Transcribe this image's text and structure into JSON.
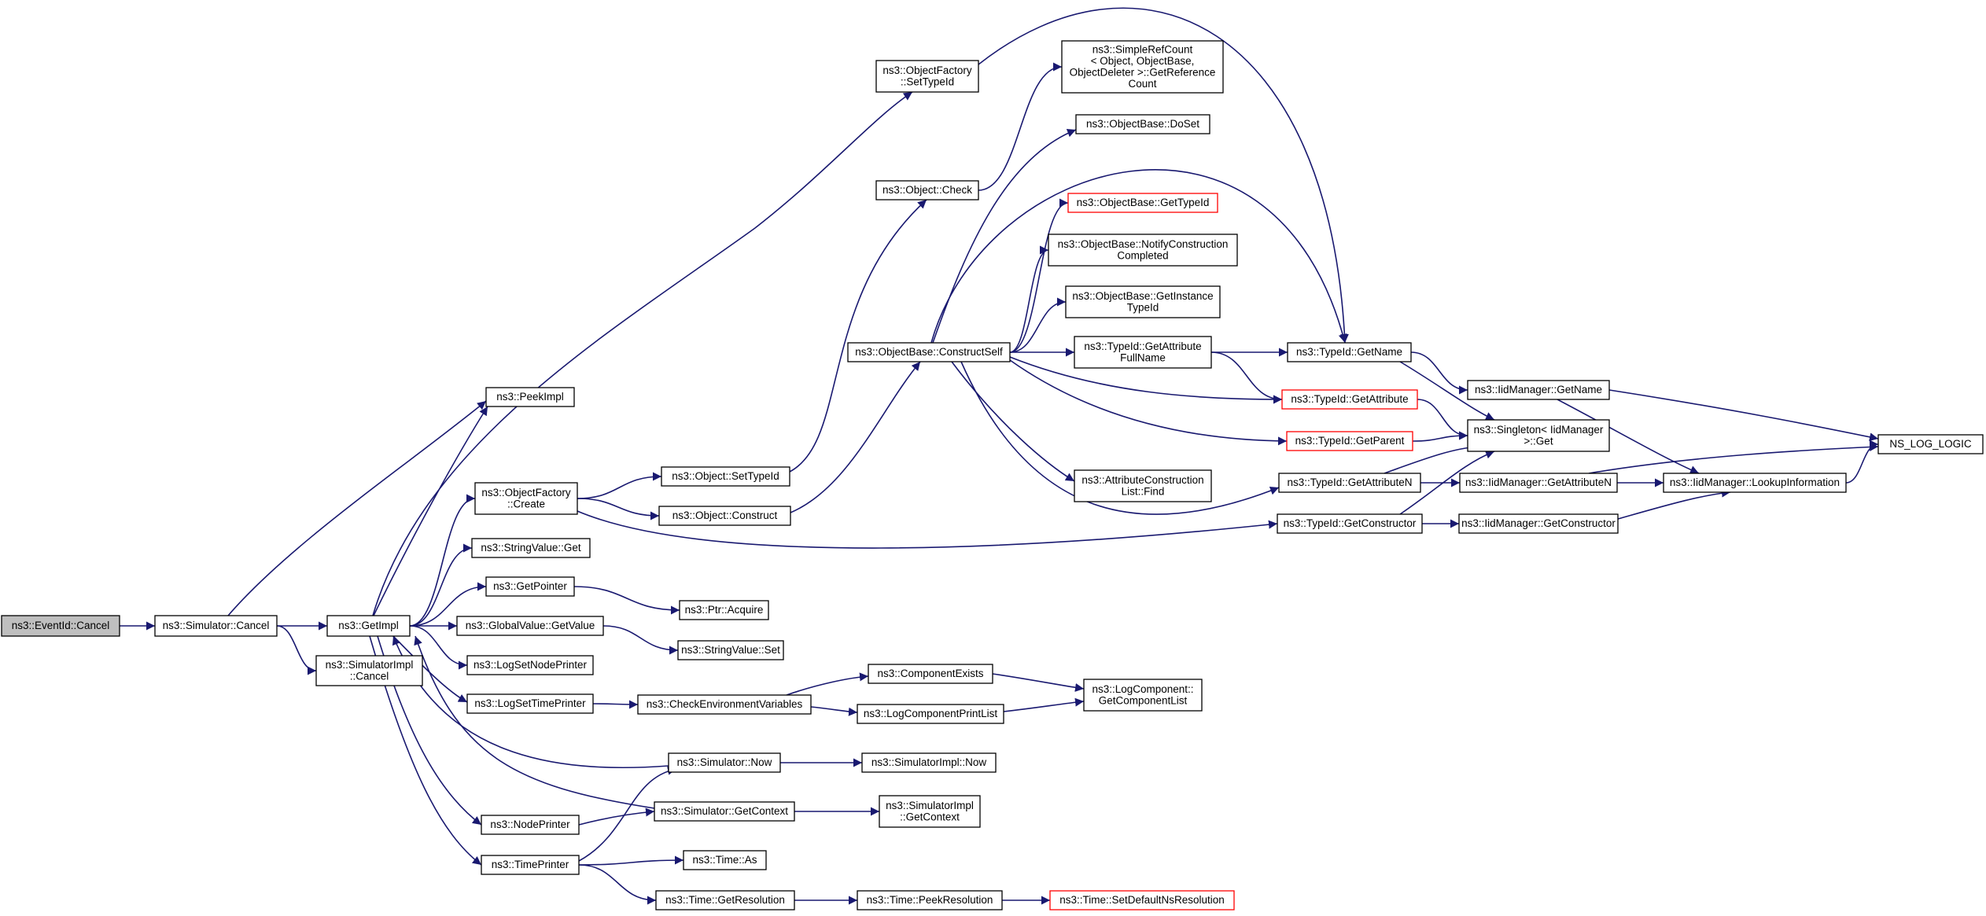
{
  "colors": {
    "edge": "#191970",
    "node_border": "#000000",
    "current_node_fill": "#bfbfbf",
    "truncated_node_border": "#ff0000",
    "background": "#ffffff"
  },
  "nodes": [
    {
      "id": "n_eventid_cancel",
      "lines": [
        "ns3::EventId::Cancel"
      ],
      "current": true
    },
    {
      "id": "n_sim_cancel",
      "lines": [
        "ns3::Simulator::Cancel"
      ]
    },
    {
      "id": "n_getimpl",
      "lines": [
        "ns3::GetImpl"
      ]
    },
    {
      "id": "n_simimpl_cancel",
      "lines": [
        "ns3::SimulatorImpl",
        "::Cancel"
      ]
    },
    {
      "id": "n_peekimpl",
      "lines": [
        "ns3::PeekImpl"
      ]
    },
    {
      "id": "n_of_create",
      "lines": [
        "ns3::ObjectFactory",
        "::Create"
      ]
    },
    {
      "id": "n_strval_get",
      "lines": [
        "ns3::StringValue::Get"
      ]
    },
    {
      "id": "n_getpointer",
      "lines": [
        "ns3::GetPointer"
      ]
    },
    {
      "id": "n_gv_getvalue",
      "lines": [
        "ns3::GlobalValue::GetValue"
      ]
    },
    {
      "id": "n_logsetnodeprinter",
      "lines": [
        "ns3::LogSetNodePrinter"
      ]
    },
    {
      "id": "n_logsettimeprinter",
      "lines": [
        "ns3::LogSetTimePrinter"
      ]
    },
    {
      "id": "n_nodeprinter",
      "lines": [
        "ns3::NodePrinter"
      ]
    },
    {
      "id": "n_timeprinter",
      "lines": [
        "ns3::TimePrinter"
      ]
    },
    {
      "id": "n_obj_settypeid",
      "lines": [
        "ns3::Object::SetTypeId"
      ]
    },
    {
      "id": "n_obj_construct",
      "lines": [
        "ns3::Object::Construct"
      ]
    },
    {
      "id": "n_ptr_acquire",
      "lines": [
        "ns3::Ptr::Acquire"
      ]
    },
    {
      "id": "n_strval_set",
      "lines": [
        "ns3::StringValue::Set"
      ]
    },
    {
      "id": "n_checkenv",
      "lines": [
        "ns3::CheckEnvironmentVariables"
      ]
    },
    {
      "id": "n_sim_now",
      "lines": [
        "ns3::Simulator::Now"
      ]
    },
    {
      "id": "n_sim_getcontext",
      "lines": [
        "ns3::Simulator::GetContext"
      ]
    },
    {
      "id": "n_time_as",
      "lines": [
        "ns3::Time::As"
      ]
    },
    {
      "id": "n_time_getres",
      "lines": [
        "ns3::Time::GetResolution"
      ]
    },
    {
      "id": "n_of_settypeid",
      "lines": [
        "ns3::ObjectFactory",
        "::SetTypeId"
      ]
    },
    {
      "id": "n_obj_check",
      "lines": [
        "ns3::Object::Check"
      ]
    },
    {
      "id": "n_ob_constructself",
      "lines": [
        "ns3::ObjectBase::ConstructSelf"
      ]
    },
    {
      "id": "n_compexists",
      "lines": [
        "ns3::ComponentExists"
      ]
    },
    {
      "id": "n_logcompprintlist",
      "lines": [
        "ns3::LogComponentPrintList"
      ]
    },
    {
      "id": "n_simimpl_now",
      "lines": [
        "ns3::SimulatorImpl::Now"
      ]
    },
    {
      "id": "n_simimpl_getcontext",
      "lines": [
        "ns3::SimulatorImpl",
        "::GetContext"
      ]
    },
    {
      "id": "n_time_peekres",
      "lines": [
        "ns3::Time::PeekResolution"
      ]
    },
    {
      "id": "n_src_getrefcount",
      "lines": [
        "ns3::SimpleRefCount",
        "< Object, ObjectBase,",
        "ObjectDeleter >::GetReference",
        "Count"
      ]
    },
    {
      "id": "n_ob_doset",
      "lines": [
        "ns3::ObjectBase::DoSet"
      ]
    },
    {
      "id": "n_ob_gettypeid",
      "lines": [
        "ns3::ObjectBase::GetTypeId"
      ],
      "truncated": true
    },
    {
      "id": "n_ob_notifyconstruction",
      "lines": [
        "ns3::ObjectBase::NotifyConstruction",
        "Completed"
      ]
    },
    {
      "id": "n_ob_getinstancetypeid",
      "lines": [
        "ns3::ObjectBase::GetInstance",
        "TypeId"
      ]
    },
    {
      "id": "n_tid_getattrfullname",
      "lines": [
        "ns3::TypeId::GetAttribute",
        "FullName"
      ]
    },
    {
      "id": "n_acl_find",
      "lines": [
        "ns3::AttributeConstruction",
        "List::Find"
      ]
    },
    {
      "id": "n_logcomp_getlist",
      "lines": [
        "ns3::LogComponent::",
        "GetComponentList"
      ]
    },
    {
      "id": "n_time_setdefaultres",
      "lines": [
        "ns3::Time::SetDefaultNsResolution"
      ],
      "truncated": true
    },
    {
      "id": "n_tid_getname",
      "lines": [
        "ns3::TypeId::GetName"
      ]
    },
    {
      "id": "n_tid_getattribute",
      "lines": [
        "ns3::TypeId::GetAttribute"
      ],
      "truncated": true
    },
    {
      "id": "n_tid_getparent",
      "lines": [
        "ns3::TypeId::GetParent"
      ],
      "truncated": true
    },
    {
      "id": "n_tid_getattributen",
      "lines": [
        "ns3::TypeId::GetAttributeN"
      ]
    },
    {
      "id": "n_tid_getconstructor",
      "lines": [
        "ns3::TypeId::GetConstructor"
      ]
    },
    {
      "id": "n_iidm_getname",
      "lines": [
        "ns3::IidManager::GetName"
      ]
    },
    {
      "id": "n_singleton_get",
      "lines": [
        "ns3::Singleton< IidManager",
        " >::Get"
      ]
    },
    {
      "id": "n_iidm_getattributen",
      "lines": [
        "ns3::IidManager::GetAttributeN"
      ]
    },
    {
      "id": "n_iidm_getconstructor",
      "lines": [
        "ns3::IidManager::GetConstructor"
      ]
    },
    {
      "id": "n_iidm_lookupinfo",
      "lines": [
        "ns3::IidManager::LookupInformation"
      ]
    },
    {
      "id": "n_ns_log_logic",
      "lines": [
        "NS_LOG_LOGIC"
      ]
    }
  ],
  "edges": [
    [
      "n_eventid_cancel",
      "n_sim_cancel"
    ],
    [
      "n_sim_cancel",
      "n_getimpl"
    ],
    [
      "n_sim_cancel",
      "n_simimpl_cancel"
    ],
    [
      "n_sim_cancel",
      "n_peekimpl"
    ],
    [
      "n_getimpl",
      "n_peekimpl"
    ],
    [
      "n_getimpl",
      "n_of_create"
    ],
    [
      "n_getimpl",
      "n_of_settypeid"
    ],
    [
      "n_getimpl",
      "n_strval_get"
    ],
    [
      "n_getimpl",
      "n_getpointer"
    ],
    [
      "n_getimpl",
      "n_gv_getvalue"
    ],
    [
      "n_getimpl",
      "n_logsetnodeprinter"
    ],
    [
      "n_getimpl",
      "n_logsettimeprinter"
    ],
    [
      "n_getimpl",
      "n_nodeprinter"
    ],
    [
      "n_getimpl",
      "n_timeprinter"
    ],
    [
      "n_sim_now",
      "n_getimpl"
    ],
    [
      "n_sim_getcontext",
      "n_getimpl"
    ],
    [
      "n_of_create",
      "n_obj_settypeid"
    ],
    [
      "n_of_create",
      "n_obj_construct"
    ],
    [
      "n_of_create",
      "n_tid_getconstructor"
    ],
    [
      "n_getpointer",
      "n_ptr_acquire"
    ],
    [
      "n_gv_getvalue",
      "n_strval_set"
    ],
    [
      "n_logsettimeprinter",
      "n_checkenv"
    ],
    [
      "n_nodeprinter",
      "n_sim_getcontext"
    ],
    [
      "n_timeprinter",
      "n_sim_now"
    ],
    [
      "n_timeprinter",
      "n_time_as"
    ],
    [
      "n_timeprinter",
      "n_time_getres"
    ],
    [
      "n_obj_settypeid",
      "n_obj_check"
    ],
    [
      "n_obj_construct",
      "n_ob_constructself"
    ],
    [
      "n_checkenv",
      "n_compexists"
    ],
    [
      "n_checkenv",
      "n_logcompprintlist"
    ],
    [
      "n_sim_now",
      "n_simimpl_now"
    ],
    [
      "n_sim_getcontext",
      "n_simimpl_getcontext"
    ],
    [
      "n_time_getres",
      "n_time_peekres"
    ],
    [
      "n_of_settypeid",
      "n_tid_getname"
    ],
    [
      "n_obj_check",
      "n_src_getrefcount"
    ],
    [
      "n_ob_constructself",
      "n_ob_doset"
    ],
    [
      "n_ob_constructself",
      "n_ob_gettypeid"
    ],
    [
      "n_ob_constructself",
      "n_ob_notifyconstruction"
    ],
    [
      "n_ob_constructself",
      "n_ob_getinstancetypeid"
    ],
    [
      "n_ob_constructself",
      "n_tid_getattrfullname"
    ],
    [
      "n_ob_constructself",
      "n_tid_getname"
    ],
    [
      "n_ob_constructself",
      "n_tid_getattribute"
    ],
    [
      "n_ob_constructself",
      "n_tid_getparent"
    ],
    [
      "n_ob_constructself",
      "n_acl_find"
    ],
    [
      "n_ob_constructself",
      "n_tid_getattributen"
    ],
    [
      "n_compexists",
      "n_logcomp_getlist"
    ],
    [
      "n_logcompprintlist",
      "n_logcomp_getlist"
    ],
    [
      "n_time_peekres",
      "n_time_setdefaultres"
    ],
    [
      "n_tid_getattrfullname",
      "n_tid_getname"
    ],
    [
      "n_tid_getattrfullname",
      "n_tid_getattribute"
    ],
    [
      "n_tid_getname",
      "n_iidm_getname"
    ],
    [
      "n_tid_getname",
      "n_singleton_get"
    ],
    [
      "n_tid_getattribute",
      "n_singleton_get"
    ],
    [
      "n_tid_getparent",
      "n_singleton_get"
    ],
    [
      "n_tid_getattributen",
      "n_singleton_get"
    ],
    [
      "n_tid_getattributen",
      "n_iidm_getattributen"
    ],
    [
      "n_tid_getconstructor",
      "n_singleton_get"
    ],
    [
      "n_tid_getconstructor",
      "n_iidm_getconstructor"
    ],
    [
      "n_iidm_getname",
      "n_iidm_lookupinfo"
    ],
    [
      "n_iidm_getname",
      "n_ns_log_logic"
    ],
    [
      "n_iidm_getattributen",
      "n_iidm_lookupinfo"
    ],
    [
      "n_iidm_getattributen",
      "n_ns_log_logic"
    ],
    [
      "n_iidm_getconstructor",
      "n_iidm_lookupinfo"
    ],
    [
      "n_iidm_lookupinfo",
      "n_ns_log_logic"
    ]
  ]
}
